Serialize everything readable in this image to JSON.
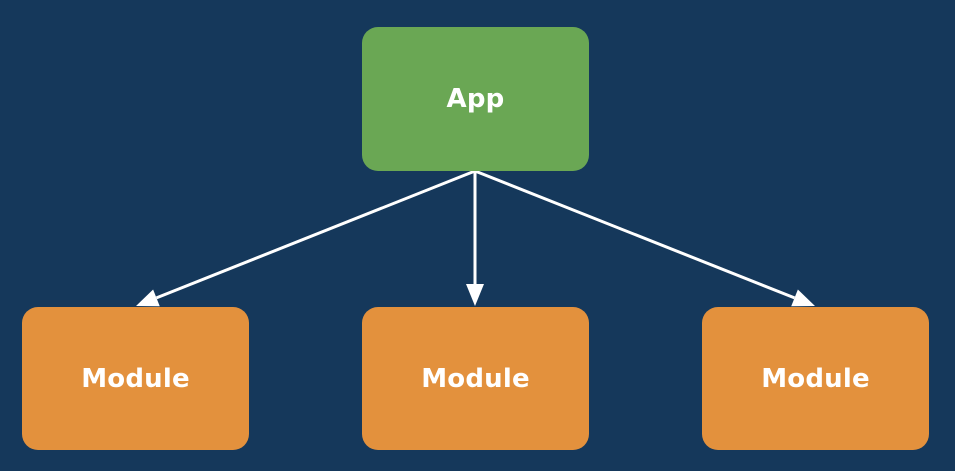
{
  "diagram": {
    "background_color": "#15385b",
    "edge_color": "#ffffff",
    "root": {
      "label": "App",
      "color": "#6aa754"
    },
    "children": [
      {
        "label": "Module",
        "color": "#e3913d"
      },
      {
        "label": "Module",
        "color": "#e3913d"
      },
      {
        "label": "Module",
        "color": "#e3913d"
      }
    ]
  }
}
